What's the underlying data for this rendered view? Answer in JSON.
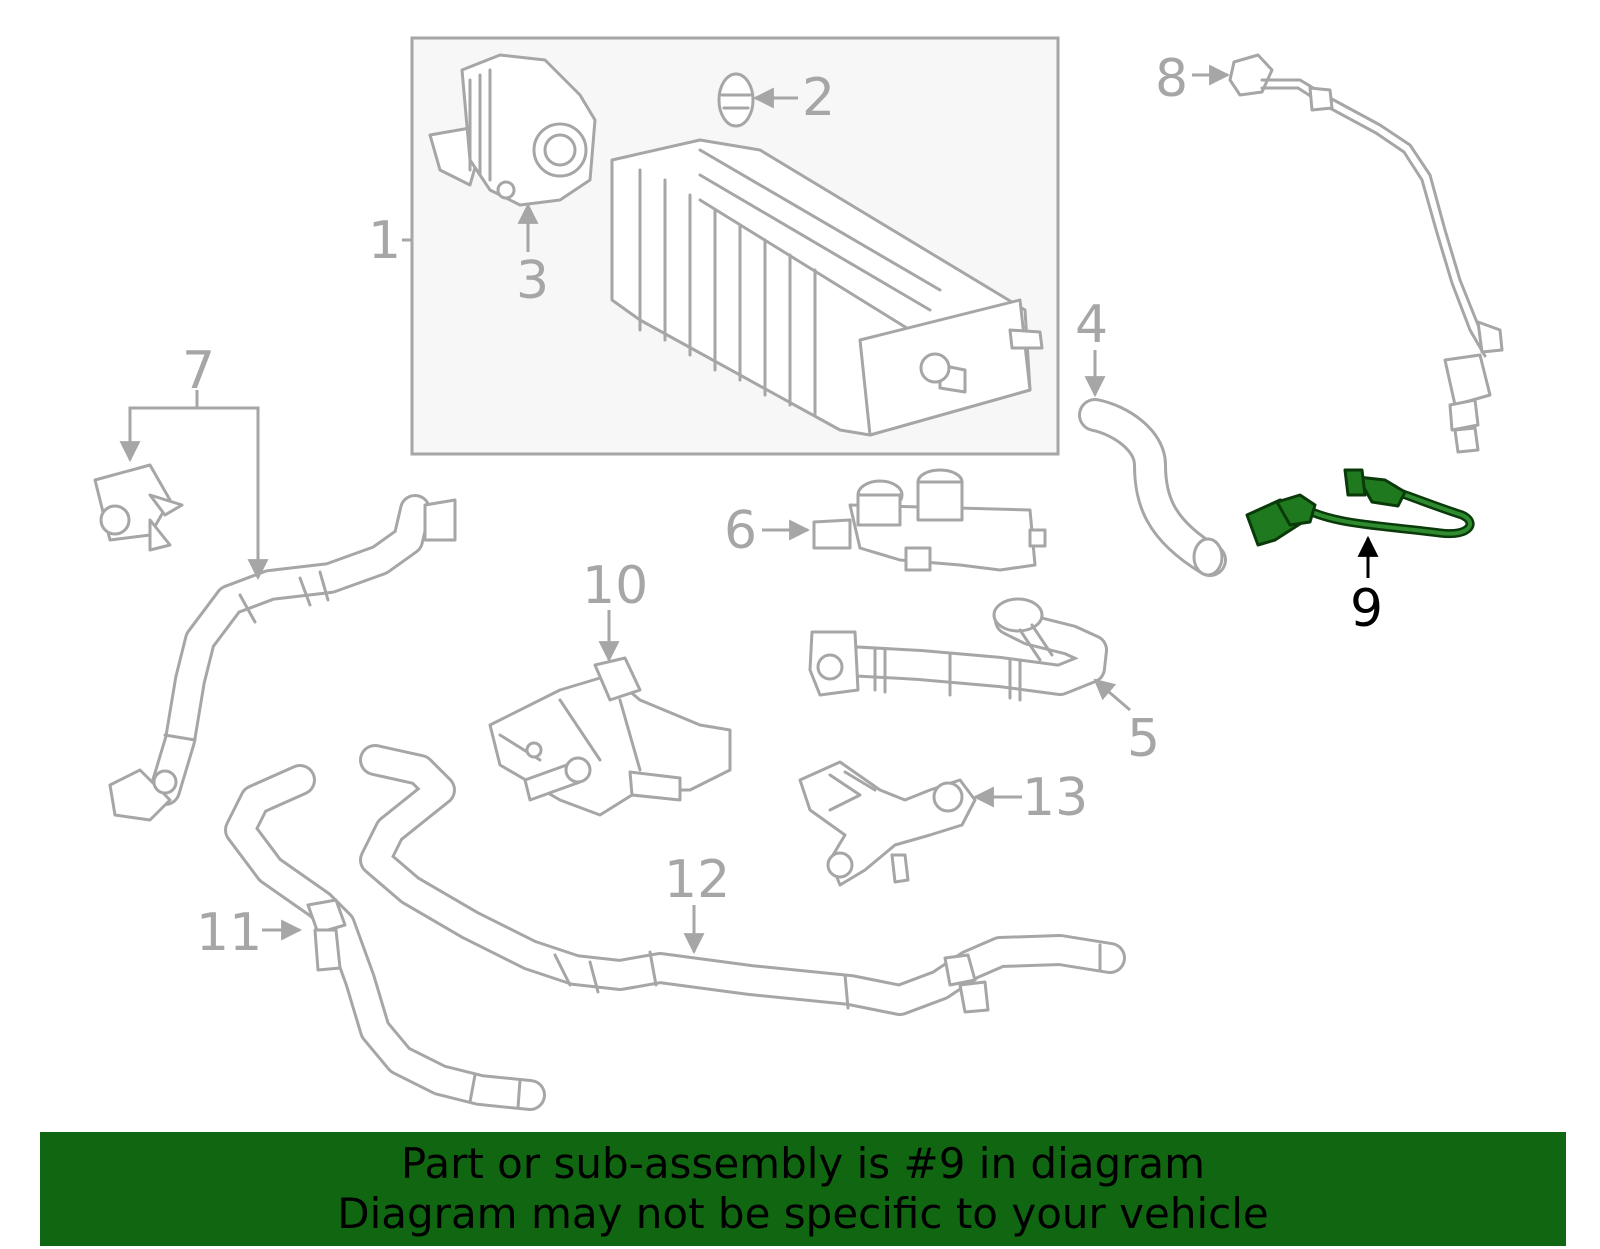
{
  "callouts": {
    "c1": "1",
    "c2": "2",
    "c3": "3",
    "c4": "4",
    "c5": "5",
    "c6": "6",
    "c7": "7",
    "c8": "8",
    "c9": "9",
    "c10": "10",
    "c11": "11",
    "c12": "12",
    "c13": "13"
  },
  "highlighted_part": "9",
  "colors": {
    "banner_bg": "#116611",
    "highlight_fill": "#1f7a1f",
    "part_line": "#a6a6a6",
    "box_fill": "#f7f7f7"
  },
  "banner": {
    "line1": "Part or sub-assembly is #9 in diagram",
    "line2": "Diagram may not be specific to your vehicle"
  }
}
